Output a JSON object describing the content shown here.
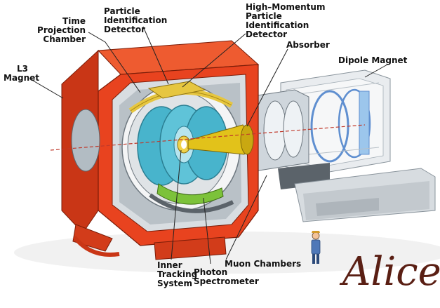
{
  "colors": {
    "magnet_red": "#e8431f",
    "magnet_red_dark": "#b22a10",
    "steel_grey": "#9aa4ac",
    "tpc_blue": "#48b4cc",
    "absorber_gold": "#e2c21a",
    "hmpid_gold": "#e6c640",
    "phos_green": "#7cc23a",
    "logo_brown": "#5a1f14"
  },
  "labels": {
    "tpc": [
      "Time",
      "Projection",
      "Chamber"
    ],
    "pid": [
      "Particle",
      "Identification",
      "Detector"
    ],
    "hmpid": [
      "High–Momentum",
      "Particle",
      "Identification",
      "Detector"
    ],
    "l3": [
      "L3",
      "Magnet"
    ],
    "absorber": "Absorber",
    "dipole": "Dipole Magnet",
    "muon": "Muon Chambers",
    "its": [
      "Inner",
      "Tracking",
      "System"
    ],
    "phos": [
      "Photon",
      "Spectrometer"
    ]
  },
  "logo_text": "Alice",
  "icons": {
    "person": "person-figure-icon"
  }
}
